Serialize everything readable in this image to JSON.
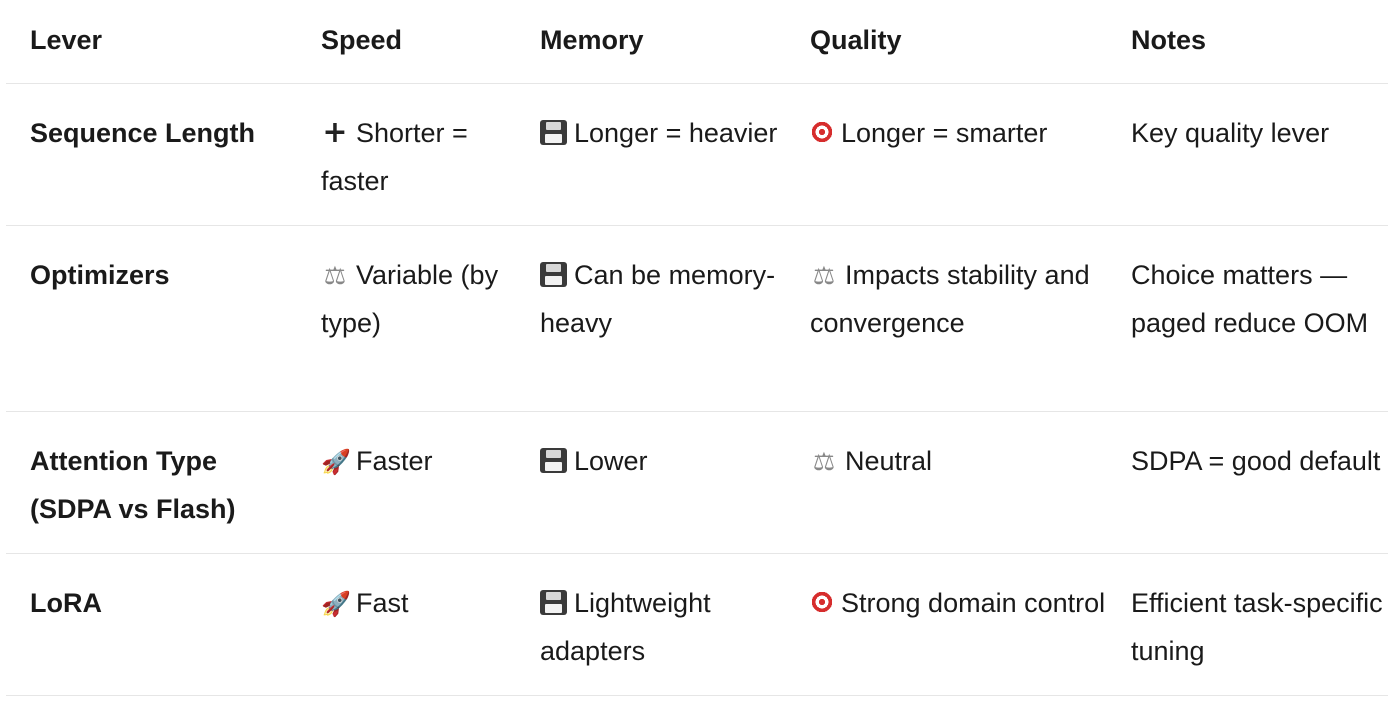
{
  "headers": [
    "Lever",
    "Speed",
    "Memory",
    "Quality",
    "Notes"
  ],
  "rows": [
    {
      "lever": "Sequence Length",
      "speed": {
        "icon": "plus-icon",
        "text": "Shorter = faster"
      },
      "memory": {
        "icon": "floppy-disk-icon",
        "text": "Longer = heavier"
      },
      "quality": {
        "icon": "target-icon",
        "text": "Longer = smarter"
      },
      "notes": "Key quality lever"
    },
    {
      "lever": "Optimizers",
      "speed": {
        "icon": "balance-scale-icon",
        "text": "Variable (by type)"
      },
      "memory": {
        "icon": "floppy-disk-icon",
        "text": "Can be memory-heavy"
      },
      "quality": {
        "icon": "balance-scale-icon",
        "text": "Impacts stability and convergence"
      },
      "notes": "Choice matters — paged reduce OOM"
    },
    {
      "lever": "Attention Type (SDPA vs Flash)",
      "speed": {
        "icon": "rocket-icon",
        "text": "Faster"
      },
      "memory": {
        "icon": "floppy-disk-icon",
        "text": "Lower"
      },
      "quality": {
        "icon": "balance-scale-icon",
        "text": "Neutral"
      },
      "notes": "SDPA = good default"
    },
    {
      "lever": "LoRA",
      "speed": {
        "icon": "rocket-icon",
        "text": "Fast"
      },
      "memory": {
        "icon": "floppy-disk-icon",
        "text": "Lightweight adapters"
      },
      "quality": {
        "icon": "target-icon",
        "text": "Strong domain control"
      },
      "notes": "Efficient task-specific tuning"
    }
  ]
}
